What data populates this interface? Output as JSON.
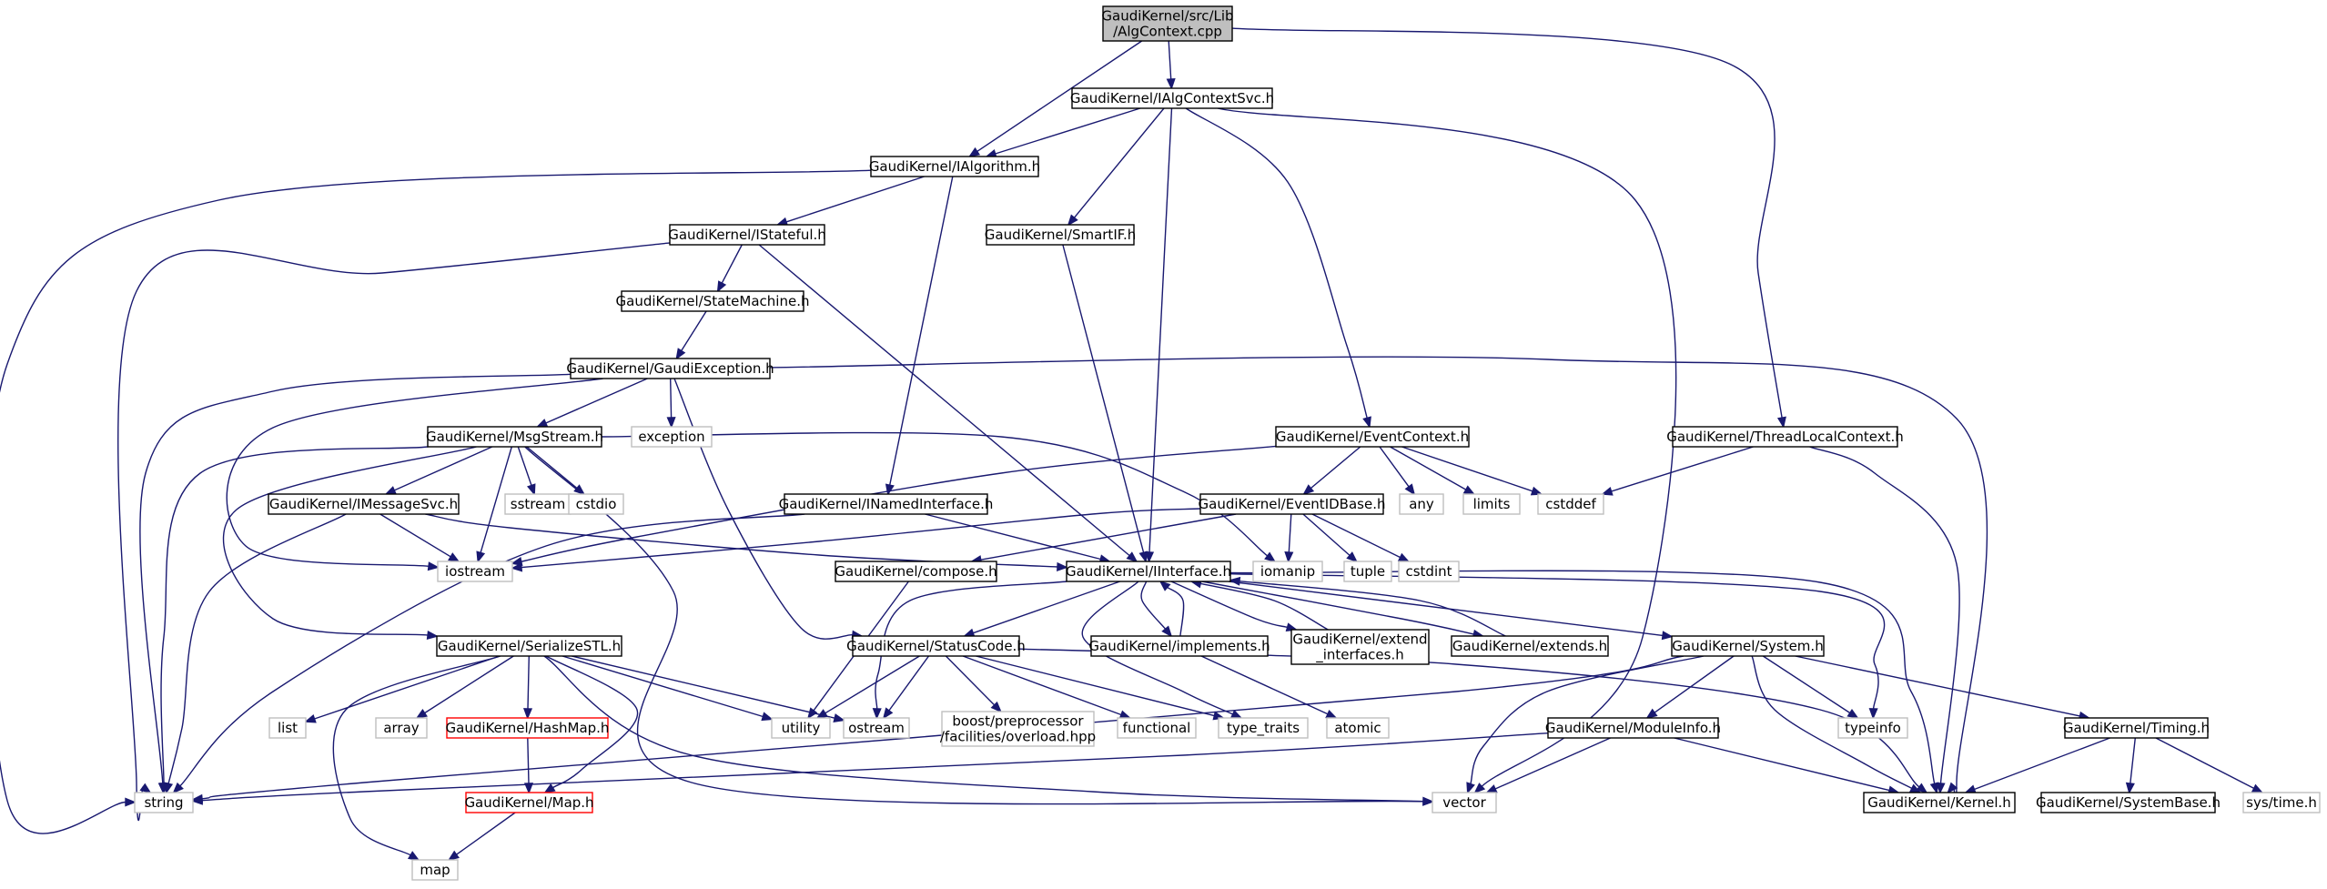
{
  "diagram": {
    "type": "include-dependency-graph",
    "colors": {
      "edge": "#191970",
      "root_fill": "#bfbfbf",
      "internal_border": "#000000",
      "external_border": "#bfbfbf",
      "truncated_border": "#ff0000",
      "text": "#000000"
    },
    "nodes": [
      {
        "id": "root",
        "lines": [
          "GaudiKernel/src/Lib",
          "/AlgContext.cpp"
        ],
        "kind": "root"
      },
      {
        "id": "IAlgContextSvc",
        "lines": [
          "GaudiKernel/IAlgContextSvc.h"
        ],
        "kind": "internal"
      },
      {
        "id": "IAlgorithm",
        "lines": [
          "GaudiKernel/IAlgorithm.h"
        ],
        "kind": "internal"
      },
      {
        "id": "IStateful",
        "lines": [
          "GaudiKernel/IStateful.h"
        ],
        "kind": "internal"
      },
      {
        "id": "SmartIF",
        "lines": [
          "GaudiKernel/SmartIF.h"
        ],
        "kind": "internal"
      },
      {
        "id": "StateMachine",
        "lines": [
          "GaudiKernel/StateMachine.h"
        ],
        "kind": "internal"
      },
      {
        "id": "GaudiException",
        "lines": [
          "GaudiKernel/GaudiException.h"
        ],
        "kind": "internal"
      },
      {
        "id": "MsgStream",
        "lines": [
          "GaudiKernel/MsgStream.h"
        ],
        "kind": "internal"
      },
      {
        "id": "exception",
        "lines": [
          "exception"
        ],
        "kind": "external"
      },
      {
        "id": "EventContext",
        "lines": [
          "GaudiKernel/EventContext.h"
        ],
        "kind": "internal"
      },
      {
        "id": "ThreadLocalContext",
        "lines": [
          "GaudiKernel/ThreadLocalContext.h"
        ],
        "kind": "internal"
      },
      {
        "id": "IMessageSvc",
        "lines": [
          "GaudiKernel/IMessageSvc.h"
        ],
        "kind": "internal"
      },
      {
        "id": "sstream",
        "lines": [
          "sstream"
        ],
        "kind": "external"
      },
      {
        "id": "cstdio",
        "lines": [
          "cstdio"
        ],
        "kind": "external"
      },
      {
        "id": "INamedInterface",
        "lines": [
          "GaudiKernel/INamedInterface.h"
        ],
        "kind": "internal"
      },
      {
        "id": "EventIDBase",
        "lines": [
          "GaudiKernel/EventIDBase.h"
        ],
        "kind": "internal"
      },
      {
        "id": "any",
        "lines": [
          "any"
        ],
        "kind": "external"
      },
      {
        "id": "limits",
        "lines": [
          "limits"
        ],
        "kind": "external"
      },
      {
        "id": "cstddef",
        "lines": [
          "cstddef"
        ],
        "kind": "external"
      },
      {
        "id": "iostream",
        "lines": [
          "iostream"
        ],
        "kind": "external"
      },
      {
        "id": "iomanip",
        "lines": [
          "iomanip"
        ],
        "kind": "external"
      },
      {
        "id": "compose",
        "lines": [
          "GaudiKernel/compose.h"
        ],
        "kind": "internal"
      },
      {
        "id": "IInterface",
        "lines": [
          "GaudiKernel/IInterface.h"
        ],
        "kind": "internal"
      },
      {
        "id": "tuple",
        "lines": [
          "tuple"
        ],
        "kind": "external"
      },
      {
        "id": "cstdint",
        "lines": [
          "cstdint"
        ],
        "kind": "external"
      },
      {
        "id": "SerializeSTL",
        "lines": [
          "GaudiKernel/SerializeSTL.h"
        ],
        "kind": "internal"
      },
      {
        "id": "StatusCode",
        "lines": [
          "GaudiKernel/StatusCode.h"
        ],
        "kind": "internal"
      },
      {
        "id": "implements",
        "lines": [
          "GaudiKernel/implements.h"
        ],
        "kind": "internal"
      },
      {
        "id": "extend_interfaces",
        "lines": [
          "GaudiKernel/extend",
          "_interfaces.h"
        ],
        "kind": "internal"
      },
      {
        "id": "extends",
        "lines": [
          "GaudiKernel/extends.h"
        ],
        "kind": "internal"
      },
      {
        "id": "System",
        "lines": [
          "GaudiKernel/System.h"
        ],
        "kind": "internal"
      },
      {
        "id": "list",
        "lines": [
          "list"
        ],
        "kind": "external"
      },
      {
        "id": "array",
        "lines": [
          "array"
        ],
        "kind": "external"
      },
      {
        "id": "HashMap",
        "lines": [
          "GaudiKernel/HashMap.h"
        ],
        "kind": "truncated"
      },
      {
        "id": "utility",
        "lines": [
          "utility"
        ],
        "kind": "external"
      },
      {
        "id": "ostream",
        "lines": [
          "ostream"
        ],
        "kind": "external"
      },
      {
        "id": "overload",
        "lines": [
          "boost/preprocessor",
          "/facilities/overload.hpp"
        ],
        "kind": "external"
      },
      {
        "id": "functional",
        "lines": [
          "functional"
        ],
        "kind": "external"
      },
      {
        "id": "type_traits",
        "lines": [
          "type_traits"
        ],
        "kind": "external"
      },
      {
        "id": "atomic",
        "lines": [
          "atomic"
        ],
        "kind": "external"
      },
      {
        "id": "ModuleInfo",
        "lines": [
          "GaudiKernel/ModuleInfo.h"
        ],
        "kind": "internal"
      },
      {
        "id": "typeinfo",
        "lines": [
          "typeinfo"
        ],
        "kind": "external"
      },
      {
        "id": "Timing",
        "lines": [
          "GaudiKernel/Timing.h"
        ],
        "kind": "internal"
      },
      {
        "id": "string",
        "lines": [
          "string"
        ],
        "kind": "external"
      },
      {
        "id": "Map",
        "lines": [
          "GaudiKernel/Map.h"
        ],
        "kind": "truncated"
      },
      {
        "id": "vector",
        "lines": [
          "vector"
        ],
        "kind": "external"
      },
      {
        "id": "Kernel",
        "lines": [
          "GaudiKernel/Kernel.h"
        ],
        "kind": "internal"
      },
      {
        "id": "SystemBase",
        "lines": [
          "GaudiKernel/SystemBase.h"
        ],
        "kind": "internal"
      },
      {
        "id": "systime",
        "lines": [
          "sys/time.h"
        ],
        "kind": "external"
      },
      {
        "id": "map",
        "lines": [
          "map"
        ],
        "kind": "external"
      }
    ],
    "edges": [
      [
        "root",
        "IAlgContextSvc"
      ],
      [
        "root",
        "IAlgorithm"
      ],
      [
        "root",
        "ThreadLocalContext"
      ],
      [
        "IAlgContextSvc",
        "IAlgorithm"
      ],
      [
        "IAlgContextSvc",
        "SmartIF"
      ],
      [
        "IAlgContextSvc",
        "IInterface"
      ],
      [
        "IAlgContextSvc",
        "EventContext"
      ],
      [
        "IAlgContextSvc",
        "vector"
      ],
      [
        "IAlgorithm",
        "IStateful"
      ],
      [
        "IAlgorithm",
        "INamedInterface"
      ],
      [
        "IAlgorithm",
        "string"
      ],
      [
        "IStateful",
        "StateMachine"
      ],
      [
        "IStateful",
        "IInterface"
      ],
      [
        "IStateful",
        "string"
      ],
      [
        "StateMachine",
        "GaudiException"
      ],
      [
        "GaudiException",
        "MsgStream"
      ],
      [
        "GaudiException",
        "exception"
      ],
      [
        "GaudiException",
        "StatusCode"
      ],
      [
        "GaudiException",
        "iostream"
      ],
      [
        "GaudiException",
        "string"
      ],
      [
        "GaudiException",
        "Kernel"
      ],
      [
        "MsgStream",
        "IMessageSvc"
      ],
      [
        "MsgStream",
        "SerializeSTL"
      ],
      [
        "MsgStream",
        "sstream"
      ],
      [
        "MsgStream",
        "cstdio"
      ],
      [
        "MsgStream",
        "iomanip"
      ],
      [
        "MsgStream",
        "string"
      ],
      [
        "MsgStream",
        "iostream"
      ],
      [
        "MsgStream",
        "vector"
      ],
      [
        "IMessageSvc",
        "IInterface"
      ],
      [
        "IMessageSvc",
        "iostream"
      ],
      [
        "IMessageSvc",
        "string"
      ],
      [
        "SmartIF",
        "IInterface"
      ],
      [
        "INamedInterface",
        "IInterface"
      ],
      [
        "INamedInterface",
        "string"
      ],
      [
        "EventContext",
        "EventIDBase"
      ],
      [
        "EventContext",
        "any"
      ],
      [
        "EventContext",
        "limits"
      ],
      [
        "EventContext",
        "cstddef"
      ],
      [
        "EventContext",
        "iostream"
      ],
      [
        "ThreadLocalContext",
        "cstddef"
      ],
      [
        "ThreadLocalContext",
        "Kernel"
      ],
      [
        "EventIDBase",
        "compose"
      ],
      [
        "EventIDBase",
        "iomanip"
      ],
      [
        "EventIDBase",
        "tuple"
      ],
      [
        "EventIDBase",
        "cstdint"
      ],
      [
        "EventIDBase",
        "iostream"
      ],
      [
        "compose",
        "utility"
      ],
      [
        "IInterface",
        "StatusCode"
      ],
      [
        "IInterface",
        "implements"
      ],
      [
        "IInterface",
        "extend_interfaces"
      ],
      [
        "IInterface",
        "extends"
      ],
      [
        "IInterface",
        "System"
      ],
      [
        "IInterface",
        "typeinfo"
      ],
      [
        "IInterface",
        "ostream"
      ],
      [
        "IInterface",
        "type_traits"
      ],
      [
        "IInterface",
        "Kernel"
      ],
      [
        "implements",
        "IInterface"
      ],
      [
        "implements",
        "atomic"
      ],
      [
        "extend_interfaces",
        "IInterface"
      ],
      [
        "extends",
        "IInterface"
      ],
      [
        "StatusCode",
        "utility"
      ],
      [
        "StatusCode",
        "ostream"
      ],
      [
        "StatusCode",
        "overload"
      ],
      [
        "StatusCode",
        "functional"
      ],
      [
        "StatusCode",
        "type_traits"
      ],
      [
        "StatusCode",
        "Kernel"
      ],
      [
        "SerializeSTL",
        "list"
      ],
      [
        "SerializeSTL",
        "array"
      ],
      [
        "SerializeSTL",
        "HashMap"
      ],
      [
        "SerializeSTL",
        "Map"
      ],
      [
        "SerializeSTL",
        "utility"
      ],
      [
        "SerializeSTL",
        "ostream"
      ],
      [
        "SerializeSTL",
        "map"
      ],
      [
        "SerializeSTL",
        "vector"
      ],
      [
        "HashMap",
        "Map"
      ],
      [
        "Map",
        "map"
      ],
      [
        "System",
        "ModuleInfo"
      ],
      [
        "System",
        "Timing"
      ],
      [
        "System",
        "typeinfo"
      ],
      [
        "System",
        "vector"
      ],
      [
        "System",
        "string"
      ],
      [
        "System",
        "Kernel"
      ],
      [
        "ModuleInfo",
        "Kernel"
      ],
      [
        "ModuleInfo",
        "string"
      ],
      [
        "ModuleInfo",
        "vector"
      ],
      [
        "Timing",
        "Kernel"
      ],
      [
        "Timing",
        "SystemBase"
      ],
      [
        "Timing",
        "systime"
      ]
    ]
  }
}
